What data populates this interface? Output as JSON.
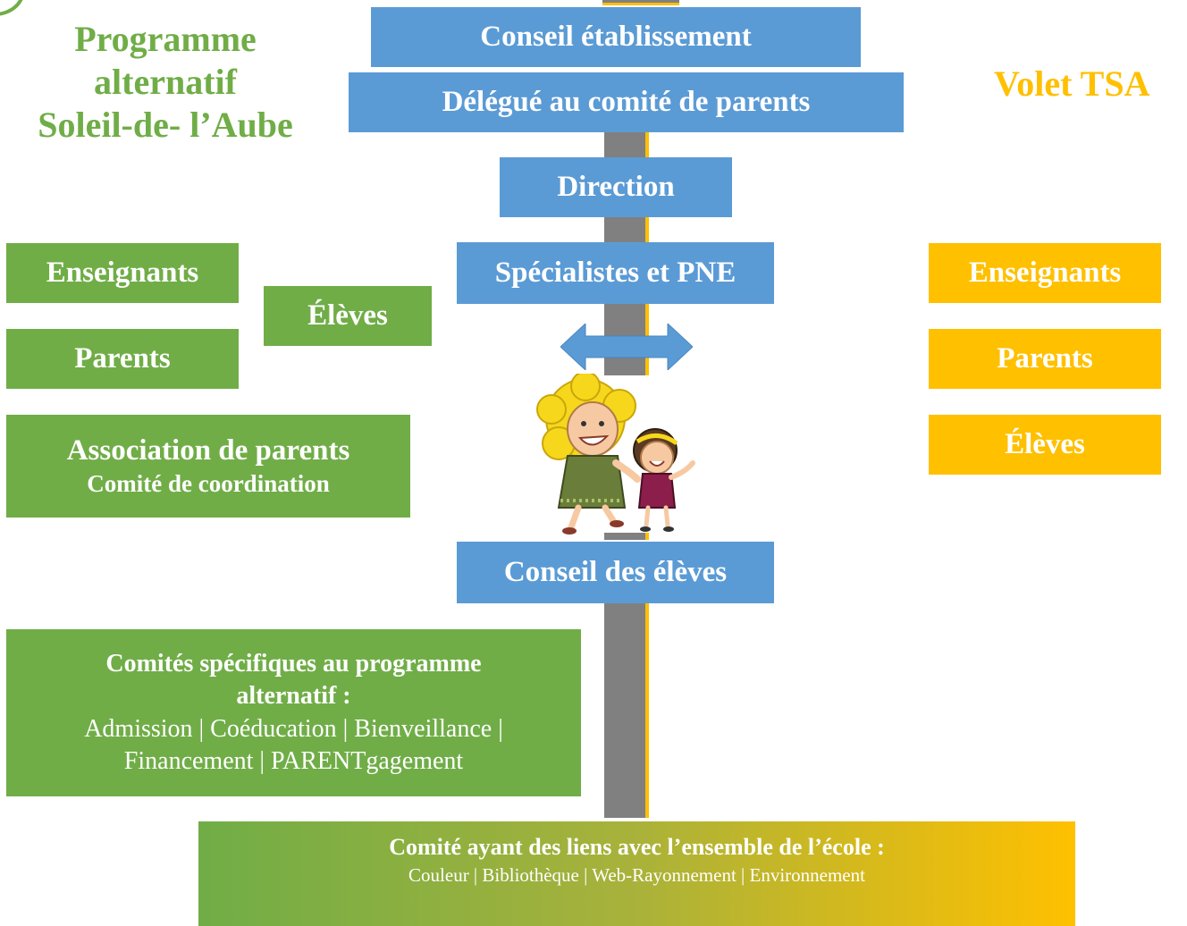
{
  "titles": {
    "left": [
      "Programme",
      "alternatif",
      "Soleil-de- l’Aube"
    ],
    "right": "Volet TSA"
  },
  "center": {
    "conseil": "Conseil établissement",
    "delegue": "Délégué au comité de parents",
    "direction": "Direction",
    "specialistes": "Spécialistes et PNE",
    "conseil_eleves": "Conseil des élèves"
  },
  "left_boxes": {
    "enseignants": "Enseignants",
    "eleves": "Élèves",
    "parents": "Parents",
    "association": {
      "line1": "Association de parents",
      "line2": "Comité de coordination"
    },
    "comites": {
      "line1": "Comités spécifiques au programme",
      "line2": "alternatif :",
      "line3": "Admission | Coéducation | Bienveillance |",
      "line4": "Financement | PARENTgagement"
    }
  },
  "right_boxes": {
    "enseignants": "Enseignants",
    "parents": "Parents",
    "eleves": "Élèves"
  },
  "bottom": {
    "line1": "Comité ayant des liens avec l’ensemble de l’école :",
    "line2": "Couleur | Bibliothèque | Web-Rayonnement  | Environnement"
  },
  "colors": {
    "blue": "#5b9bd5",
    "green": "#70ad47",
    "orange": "#ffc000",
    "pole": "#808080"
  },
  "icons": [
    "double-arrow-icon",
    "children-illustration"
  ]
}
